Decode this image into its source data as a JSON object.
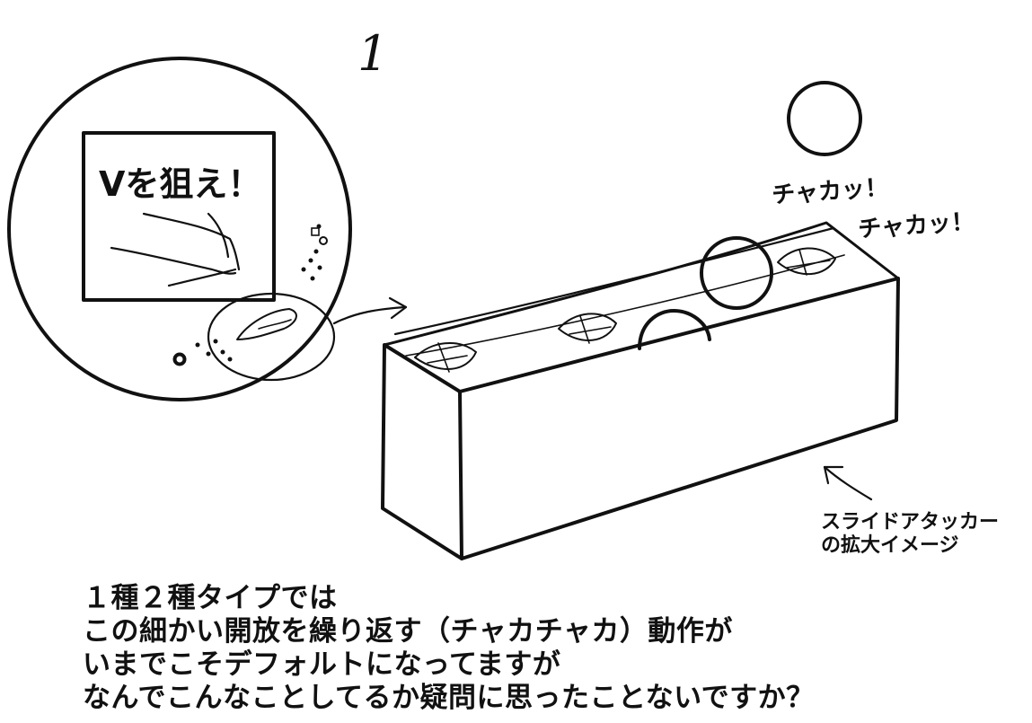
{
  "page_number": "1",
  "inset": {
    "sign_text": "Vを狙え！"
  },
  "sound_effects": [
    "チャカッ！",
    "チャカッ！"
  ],
  "annotation": {
    "line1": "スライドアタッカー",
    "line2": "の拡大イメージ"
  },
  "caption_lines": [
    "１種２種タイプでは",
    "この細かい開放を繰り返す（チャカチャカ）動作が",
    "いまでこそデフォルトになってますが",
    "なんでこんなことしてるか疑問に思ったことないですか？"
  ]
}
